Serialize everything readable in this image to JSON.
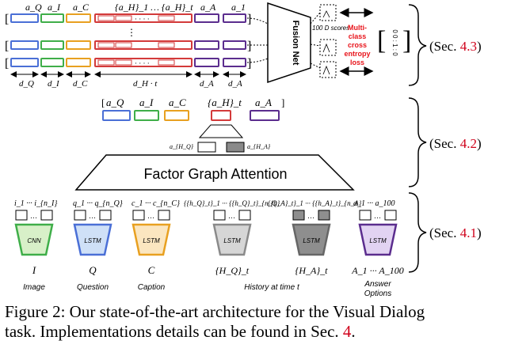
{
  "colors": {
    "blue": "#4a6fd6",
    "green": "#3fae49",
    "orange": "#e8a020",
    "red": "#d33a3a",
    "purple": "#5b2d8e",
    "gray": "#8a8a8a",
    "accent_red": "#e8141b",
    "cnn_fill": "#d8f0c8",
    "lstm_blue_fill": "#cfe0f7",
    "lstm_orange_fill": "#fbe6c0",
    "lstm_gray_fill": "#d6d6d6",
    "lstm_dark_fill": "#8e8e8e",
    "lstm_purple_fill": "#e2d3f2"
  },
  "top": {
    "label_aQ": "a_Q",
    "label_aI": "a_I",
    "label_aC": "a_C",
    "label_aH": "{a_H}_1 … {a_H}_t",
    "label_aA": "a_A",
    "label_a1": "a_1",
    "dots": "· · · ·",
    "vdots": "⋮",
    "dim_dQ": "d_Q",
    "dim_dI": "d_I",
    "dim_dC": "d_C",
    "dim_dH": "d_H · t",
    "dim_dA1": "d_A",
    "dim_dA2": "d_A",
    "fusion": "Fusion Net",
    "scores": "100 D scores",
    "loss_line1": "Multi-",
    "loss_line2": "class",
    "loss_line3": "cross",
    "loss_line4": "entropy",
    "loss_line5": "loss",
    "vector": "0 0 : 1 : 0",
    "sec": "(Sec. ",
    "sec_num": "4.3",
    "sec_close": ")"
  },
  "middle": {
    "aQ": "a_Q",
    "aI": "a_I",
    "aC": "a_C",
    "aH": "{a_H}_t",
    "aA": "a_A",
    "sub_left": "a_{H_Q}",
    "sub_right": "a_{H_A}",
    "fga": "Factor Graph Attention",
    "sec": "(Sec. ",
    "sec_num": "4.2",
    "sec_close": ")"
  },
  "bottom": {
    "in_img": "i_1 ··· i_{n_I}",
    "in_q": "q_1 ··· q_{n_Q}",
    "in_c": "c_1 ··· c_{n_C}",
    "in_hq": "{{h_Q}_t}_1 ··· {{h_Q}_t}_{n_Q}",
    "in_ha": "{{h_A}_t}_1 ··· {{h_A}_t}_{n_A}",
    "in_ans": "a_1 ··· a_100",
    "cnn": "CNN",
    "lstm1": "LSTM",
    "lstm2": "LSTM",
    "lstm3": "LSTM",
    "lstm4": "LSTM",
    "lstm5": "LSTM",
    "sym_I": "I",
    "sym_Q": "Q",
    "sym_C": "C",
    "sym_HQ": "{H_Q}_t",
    "sym_HA": "{H_A}_t",
    "sym_A": "A_1 ··· A_100",
    "lab_image": "Image",
    "lab_question": "Question",
    "lab_caption": "Caption",
    "lab_history": "History at time t",
    "lab_answer1": "Answer",
    "lab_answer2": "Options",
    "sec": "(Sec. ",
    "sec_num": "4.1",
    "sec_close": ")"
  },
  "caption": {
    "line1": "Figure 2: Our state-of-the-art architecture for the Visual Dialog",
    "line2_pre": "task. Implementations details can be found in Sec. ",
    "line2_ref": "4",
    "line2_post": "."
  }
}
